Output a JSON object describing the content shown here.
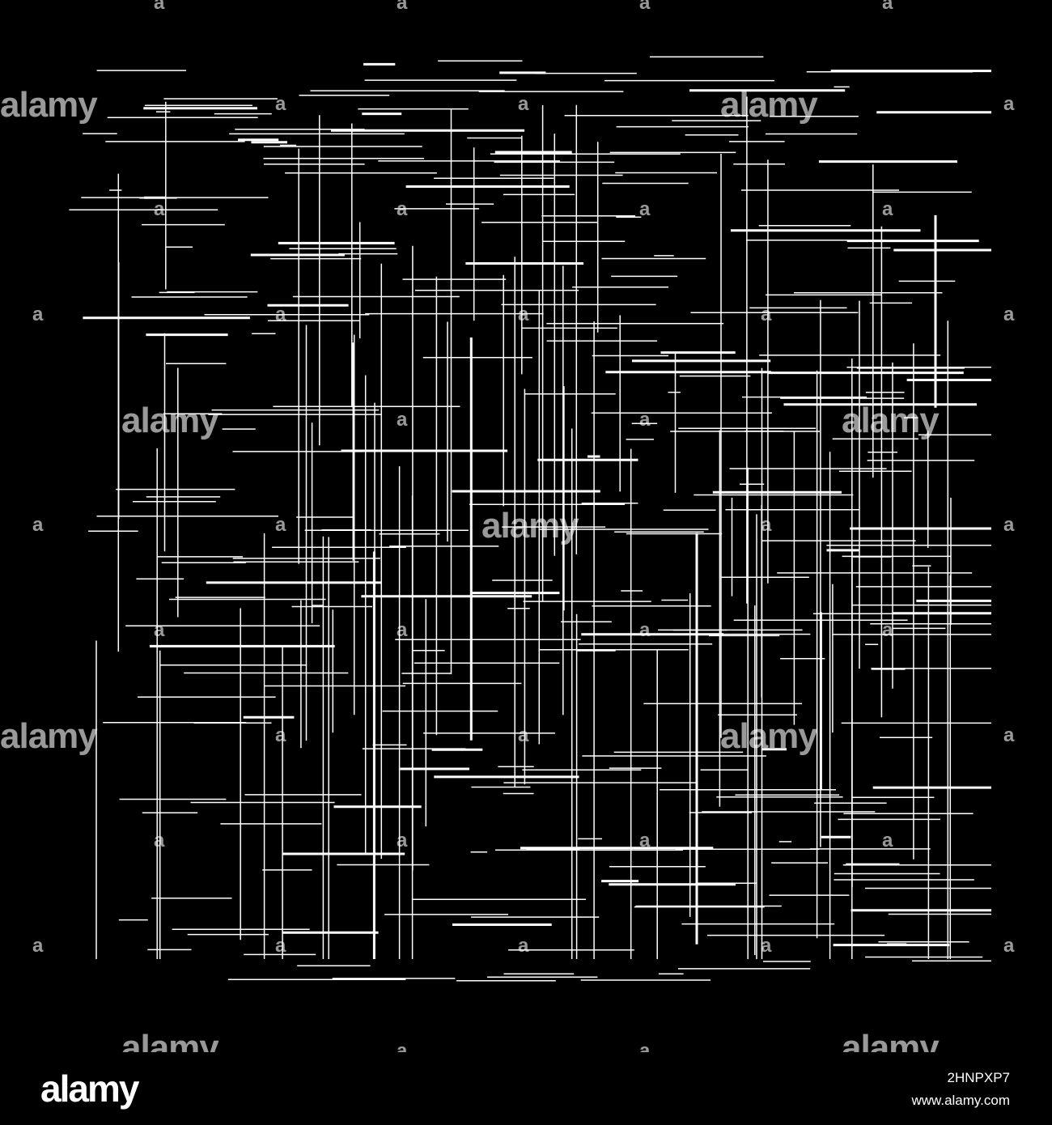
{
  "colors": {
    "background": "#000000",
    "lines": "#ffffff",
    "watermark": "rgba(255,255,255,0.6)"
  },
  "watermark": {
    "word": "alamy",
    "letter": "a"
  },
  "footer": {
    "logo": "alamy",
    "image_id": "2HNPXP7",
    "site": "www.alamy.com"
  }
}
